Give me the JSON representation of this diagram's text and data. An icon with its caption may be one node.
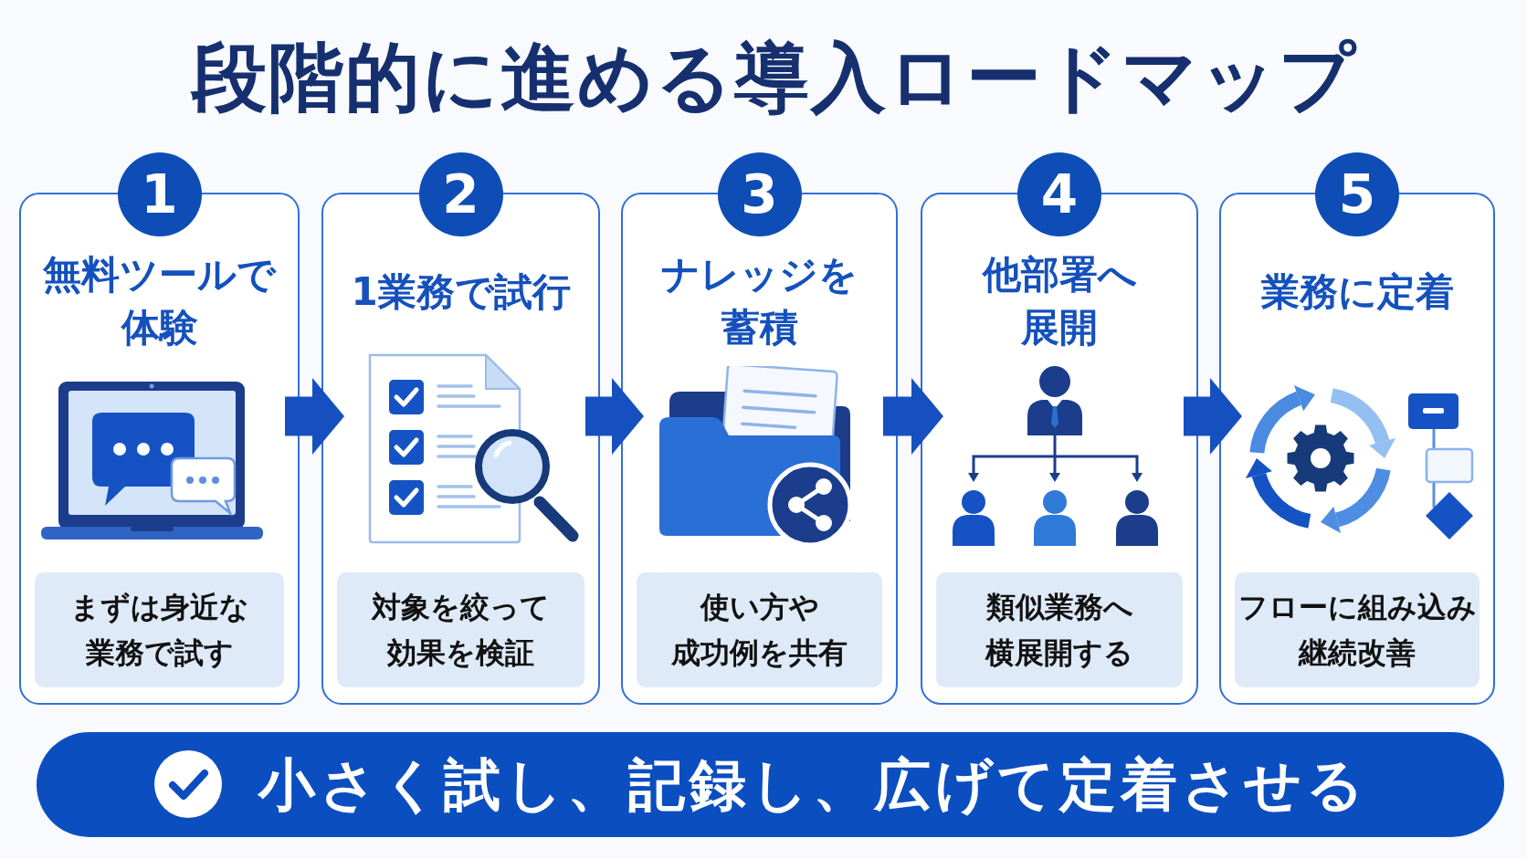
{
  "diagram": {
    "title": "段階的に進める導入ロードマップ",
    "nodes": [
      {
        "text": [
          "1"
        ]
      },
      {
        "text": [
          "無料ツールで体験"
        ]
      },
      {
        "text": [
          "まずは身近な業務で試す"
        ],
        "in": 1
      },
      {
        "text": [
          "2"
        ]
      },
      {
        "text": [
          "1業務で試行"
        ]
      },
      {
        "text": [
          "対象を絞って効果を検証"
        ],
        "in": 4
      },
      {
        "text": [
          "3"
        ]
      },
      {
        "text": [
          "ナレッジを蓄積"
        ]
      },
      {
        "text": [
          "使い方や成功例を共有"
        ],
        "in": 7
      },
      {
        "text": [
          "4"
        ]
      },
      {
        "text": [
          "他部署へ展開"
        ]
      },
      {
        "text": [
          "類似業務へ横展開する"
        ],
        "in": 10
      },
      {
        "text": [
          "5"
        ]
      },
      {
        "text": [
          "業務に定着"
        ]
      },
      {
        "text": [
          "フローに組み込み継続改善"
        ],
        "in": 13
      },
      {
        "text": [
          "小さく試し、記録し、広げて定着させる"
        ]
      }
    ],
    "edges": [
      {
        "from": 1,
        "to": 4,
        "arrow": "to"
      },
      {
        "from": 4,
        "to": 7,
        "arrow": "to"
      },
      {
        "from": 7,
        "to": 10,
        "arrow": "to"
      },
      {
        "from": 10,
        "to": 13,
        "arrow": "to"
      }
    ]
  }
}
